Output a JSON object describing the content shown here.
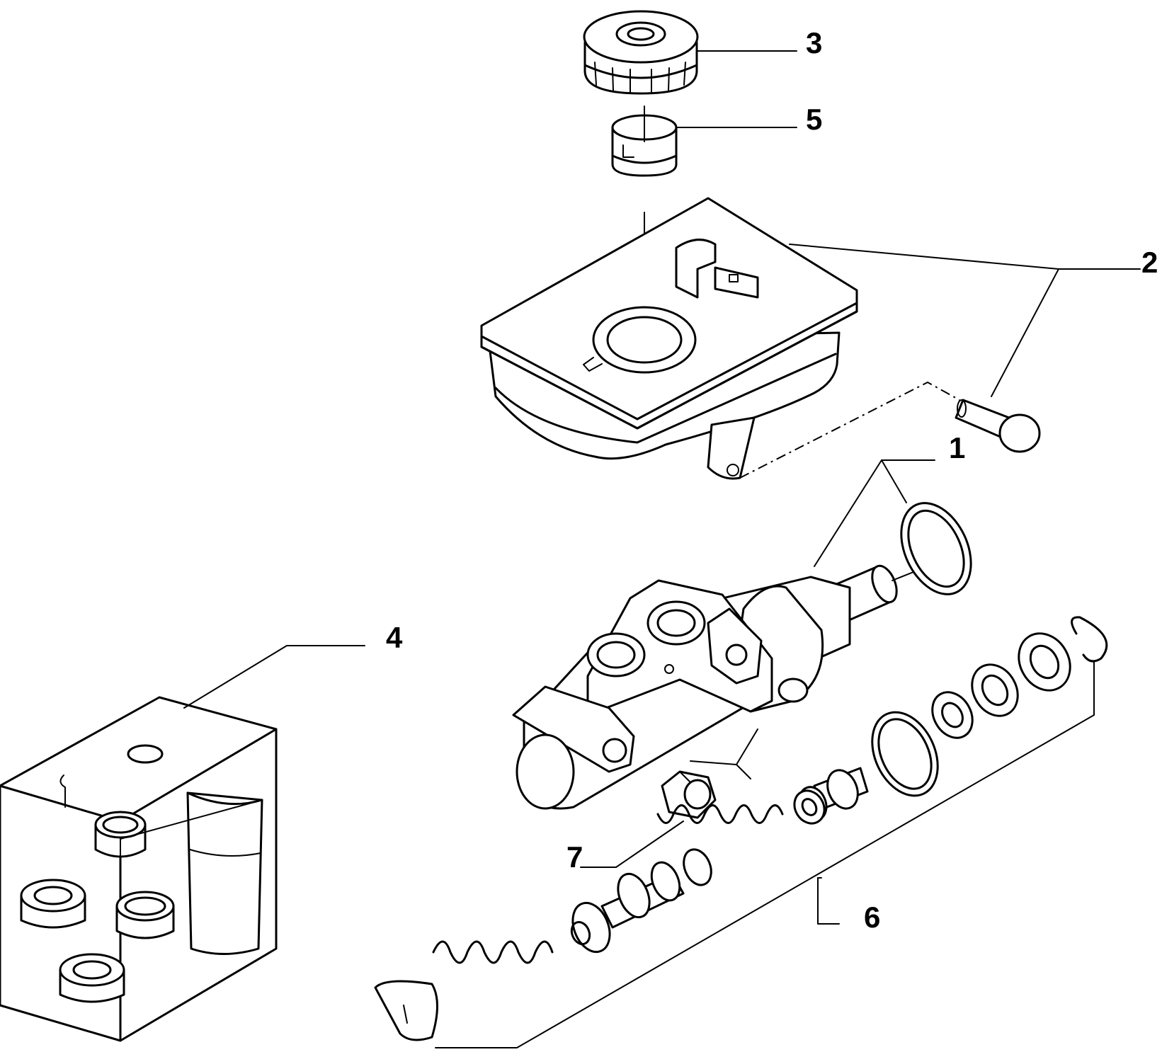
{
  "callouts": {
    "c1": "1",
    "c2": "2",
    "c3": "3",
    "c4": "4",
    "c5": "5",
    "c6": "6",
    "c7": "7"
  }
}
